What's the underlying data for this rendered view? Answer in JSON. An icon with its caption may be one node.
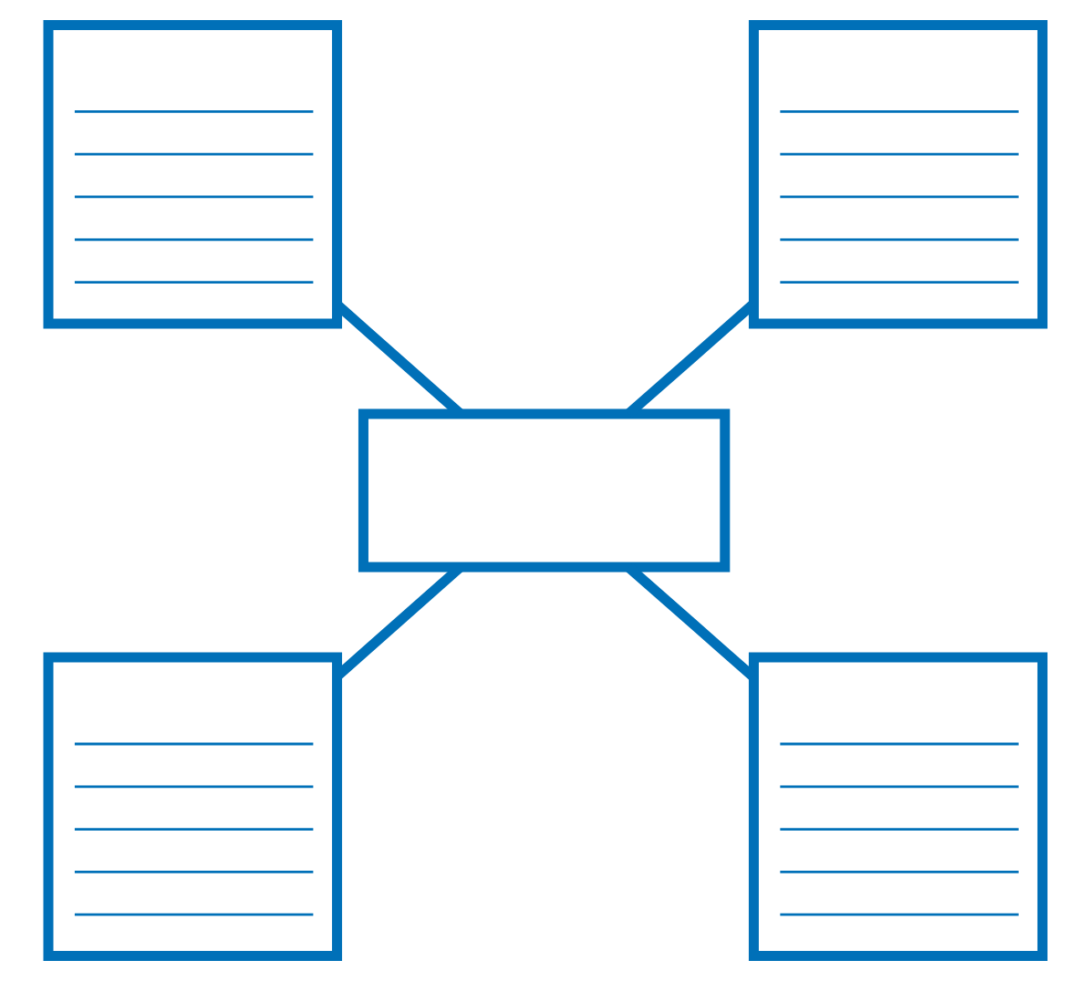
{
  "diagram": {
    "nodes": [
      {
        "text": [],
        "shape": "box"
      },
      {
        "text": [],
        "shape": "box"
      },
      {
        "text": [],
        "shape": "box"
      },
      {
        "text": [],
        "shape": "box"
      },
      {
        "text": [],
        "shape": "box"
      }
    ],
    "edges": [
      {
        "from": 0,
        "to": 2,
        "arrow": "none"
      },
      {
        "from": 1,
        "to": 2,
        "arrow": "none"
      },
      {
        "from": 2,
        "to": 3,
        "arrow": "none"
      },
      {
        "from": 2,
        "to": 4,
        "arrow": "none"
      }
    ]
  }
}
